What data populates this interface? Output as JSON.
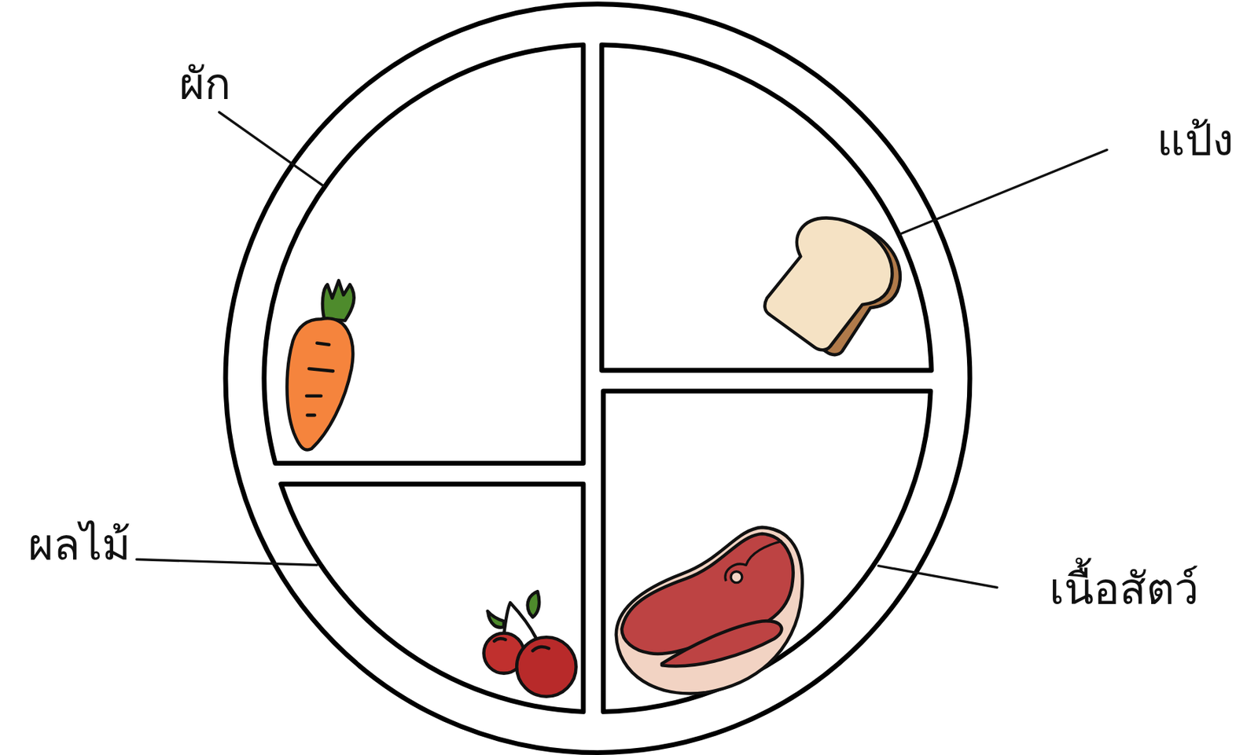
{
  "diagram": {
    "labels": [
      "ผัก",
      "แป้ง",
      "ผลไม้",
      "เนื้อสัตว์"
    ]
  }
}
